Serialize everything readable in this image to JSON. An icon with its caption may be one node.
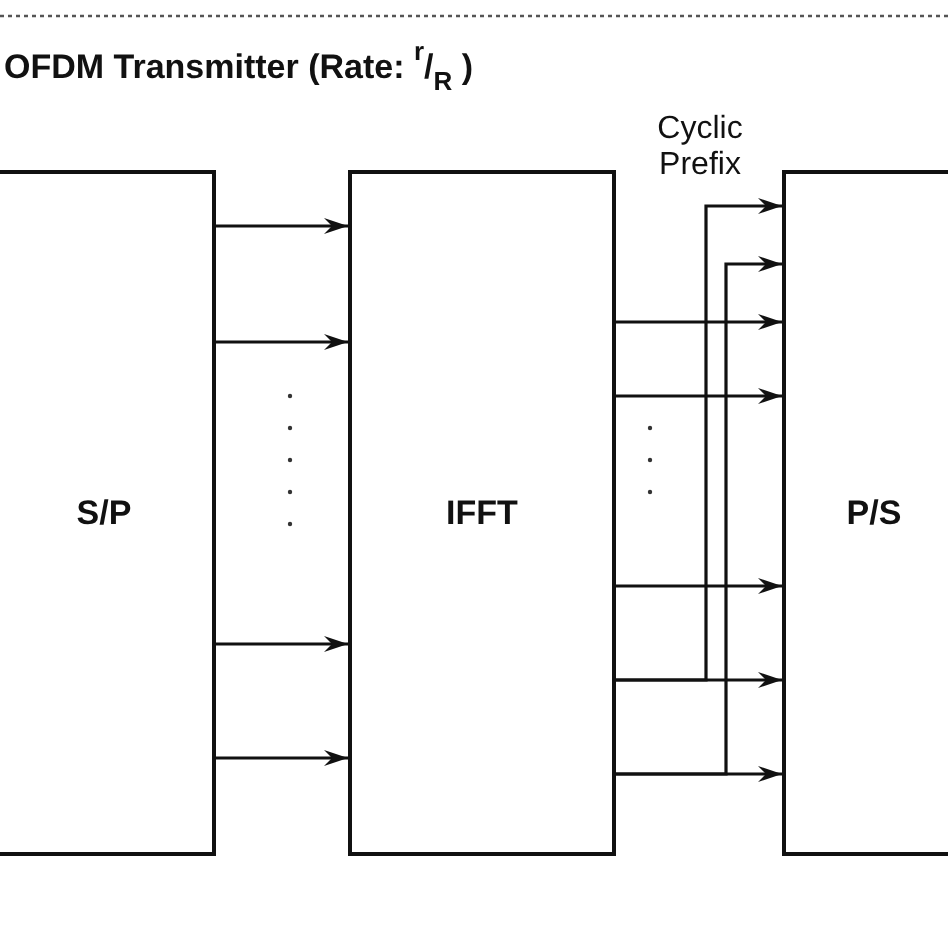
{
  "diagram": {
    "title": "OFDM Transmitter (Rate: $^{r}$/$_{R}$ )",
    "nodes": [
      {
        "text": [
          "S/P"
        ]
      },
      {
        "text": [
          "IFFT"
        ]
      },
      {
        "text": [
          "P/S"
        ]
      }
    ],
    "edges": [
      {
        "from": 0,
        "to": 1,
        "arrow": "to"
      },
      {
        "from": 0,
        "to": 1,
        "arrow": "to"
      },
      {
        "from": 0,
        "to": 1,
        "arrow": "to"
      },
      {
        "from": 0,
        "to": 1,
        "arrow": "to"
      },
      {
        "from": 1,
        "to": 2,
        "arrow": "to"
      },
      {
        "from": 1,
        "to": 2,
        "arrow": "to"
      },
      {
        "from": 1,
        "to": 2,
        "arrow": "to"
      },
      {
        "from": 1,
        "to": 2,
        "arrow": "to"
      },
      {
        "from": 1,
        "to": 2,
        "arrow": "to"
      },
      {
        "from": 1,
        "to": 2,
        "arrow": "to"
      },
      {
        "from": 1,
        "to": 2,
        "arrow": "to"
      }
    ],
    "labels": [
      "Cyclic Prefix"
    ]
  }
}
